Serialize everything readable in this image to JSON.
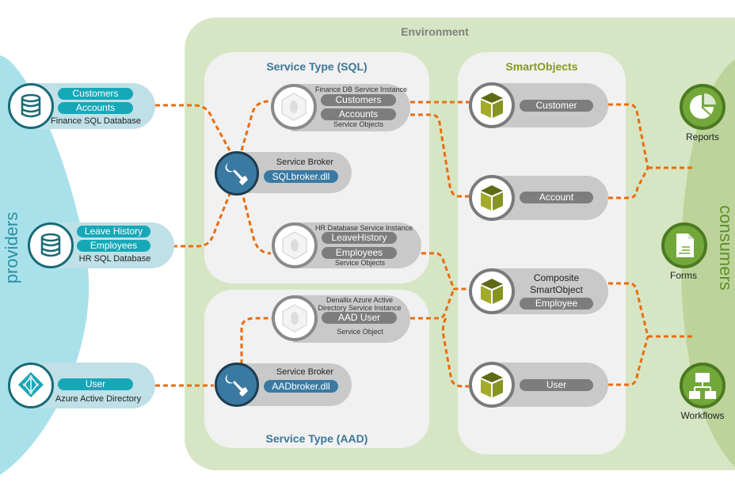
{
  "environment": {
    "title": "Environment"
  },
  "providers": {
    "label": "providers",
    "items": [
      {
        "name": "Finance SQL Database",
        "icon": "database-icon",
        "objects": [
          "Customers",
          "Accounts"
        ]
      },
      {
        "name": "HR SQL Database",
        "icon": "database-icon",
        "objects": [
          "Leave History",
          "Employees"
        ]
      },
      {
        "name": "Azure Active Directory",
        "icon": "azure-ad-icon",
        "objects": [
          "User"
        ]
      }
    ]
  },
  "service_type_sql": {
    "title": "Service Type (SQL)",
    "broker": {
      "label": "Service Broker",
      "dll": "SQLbroker.dll"
    },
    "instances": [
      {
        "title": "Finance DB Service Instance",
        "objects": [
          "Customers",
          "Accounts"
        ],
        "footer": "Service Objects"
      },
      {
        "title": "HR Database Service Instance",
        "objects": [
          "LeaveHistory",
          "Employees"
        ],
        "footer": "Service Objects"
      }
    ]
  },
  "service_type_aad": {
    "title": "Service Type (AAD)",
    "broker": {
      "label": "Service Broker",
      "dll": "AADbroker.dll"
    },
    "instance": {
      "title_line1": "Denallix Azure Active",
      "title_line2": "Directory Service Instance",
      "objects": [
        "AAD User"
      ],
      "footer": "Service Object"
    }
  },
  "smartobjects": {
    "title": "SmartObjects",
    "items": [
      {
        "name": "Customer"
      },
      {
        "name": "Account"
      },
      {
        "name": "Employee",
        "caption_line1": "Composite",
        "caption_line2": "SmartObject"
      },
      {
        "name": "User"
      }
    ]
  },
  "consumers": {
    "label": "consumers",
    "items": [
      {
        "name": "Reports",
        "icon": "pie-chart-icon"
      },
      {
        "name": "Forms",
        "icon": "document-icon"
      },
      {
        "name": "Workflows",
        "icon": "workflow-icon"
      }
    ]
  },
  "colors": {
    "provider_band": "#a9e1ea",
    "consumer_band": "#bcd49a",
    "environment": "#d6e6c4",
    "panel": "#f1f1f1",
    "connector": "#e86d12",
    "teal": "#17a8b8",
    "broker_blue": "#3a7aa2",
    "smartobject_green": "#869a1e",
    "consumer_green": "#72a83a"
  }
}
